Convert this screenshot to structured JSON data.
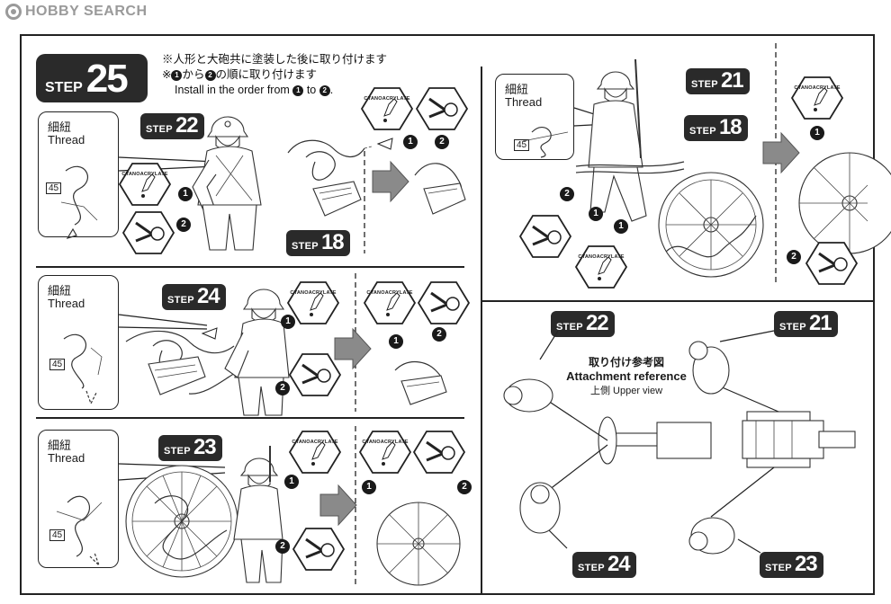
{
  "watermark": {
    "brand": "HOBBY SEARCH"
  },
  "main_step": {
    "word": "STEP",
    "number": "25"
  },
  "notes": {
    "line1_jp": "※人形と大砲共に塗装した後に取り付けます",
    "line2_jp_prefix": "※",
    "line2_jp_a": "から",
    "line2_jp_b": "の順に取り付けます",
    "line3_en_prefix": "Install in the order from",
    "line3_en_mid": "to",
    "line3_en_end": "."
  },
  "thread": {
    "jp": "細紐",
    "en": "Thread",
    "part_no": "45"
  },
  "glue": {
    "label": "CYANOACRYLATE"
  },
  "markers": {
    "one": "1",
    "two": "2"
  },
  "step_word": "STEP",
  "sub_steps": {
    "s22": "22",
    "s18": "18",
    "s24": "24",
    "s23": "23",
    "s21": "21",
    "s18b": "18"
  },
  "reference": {
    "title_jp": "取り付け参考図",
    "title_en": "Attachment reference",
    "view_jp": "上側",
    "view_en": "Upper view",
    "step22": "22",
    "step21": "21",
    "step24": "24",
    "step23": "23"
  },
  "colors": {
    "badge": "#2a2a2a",
    "arrow": "#8a8a8a",
    "line": "#222222"
  }
}
